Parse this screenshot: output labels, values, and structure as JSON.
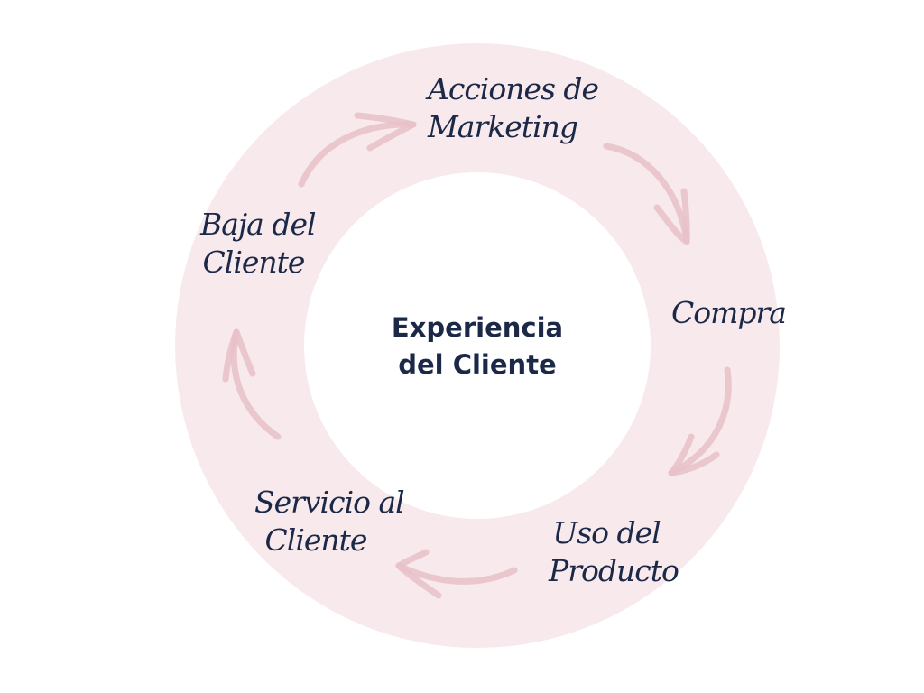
{
  "colors": {
    "ring": "#f7e9ec",
    "arrow": "#e8bfc8",
    "text": "#1b2847",
    "background": "#ffffff"
  },
  "center": {
    "line1": "Experiencia",
    "line2": "del Cliente"
  },
  "stages": [
    {
      "id": "acciones-de-marketing",
      "lines": [
        "Acciones de",
        "Marketing"
      ]
    },
    {
      "id": "compra",
      "lines": [
        "Compra"
      ]
    },
    {
      "id": "uso-del-producto",
      "lines": [
        "Uso del",
        "Producto"
      ]
    },
    {
      "id": "servicio-al-cliente",
      "lines": [
        "Servicio al",
        "Cliente"
      ]
    },
    {
      "id": "baja-del-cliente",
      "lines": [
        "Baja del",
        "Cliente"
      ]
    }
  ]
}
